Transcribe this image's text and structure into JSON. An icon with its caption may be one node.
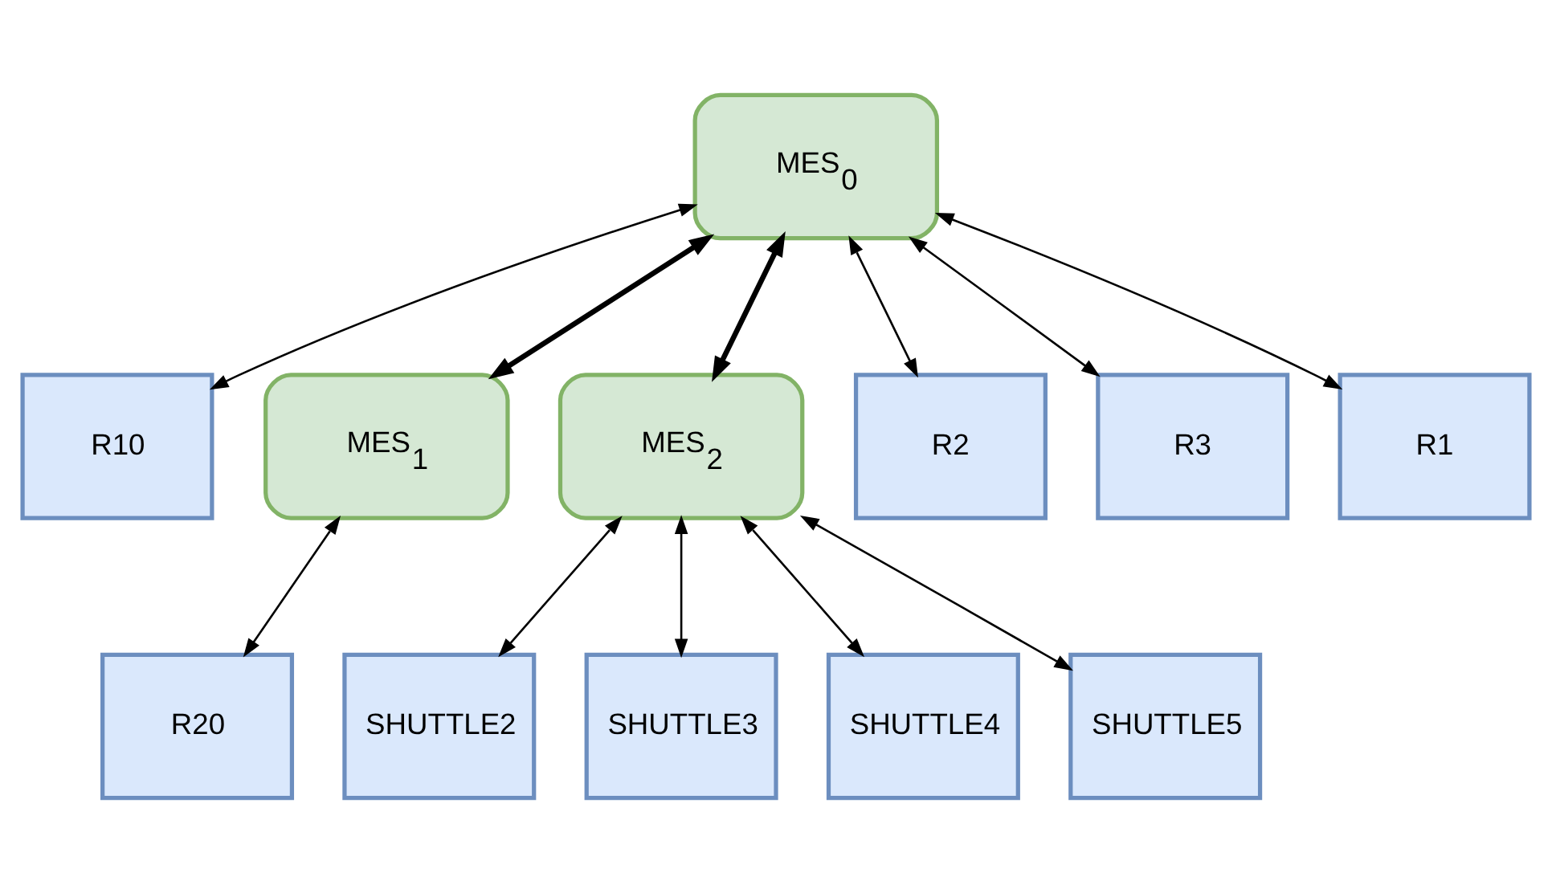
{
  "diagram": {
    "nodes": [
      {
        "text": [
          "MES$_{0}$"
        ]
      },
      {
        "text": [
          "R10"
        ]
      },
      {
        "text": [
          "MES$_{1}$"
        ]
      },
      {
        "text": [
          "MES$_{2}$"
        ]
      },
      {
        "text": [
          "R2"
        ]
      },
      {
        "text": [
          "R3"
        ]
      },
      {
        "text": [
          "R1"
        ]
      },
      {
        "text": [
          "R20"
        ]
      },
      {
        "text": [
          "SHUTTLE2"
        ]
      },
      {
        "text": [
          "SHUTTLE3"
        ]
      },
      {
        "text": [
          "SHUTTLE4"
        ]
      },
      {
        "text": [
          "SHUTTLE5"
        ]
      }
    ],
    "edges": [
      {
        "from": 0,
        "to": 1,
        "arrow": "both"
      },
      {
        "from": 0,
        "to": 2,
        "arrow": "both",
        "style": "thick"
      },
      {
        "from": 0,
        "to": 3,
        "arrow": "both",
        "style": "thick"
      },
      {
        "from": 0,
        "to": 4,
        "arrow": "both"
      },
      {
        "from": 0,
        "to": 5,
        "arrow": "both"
      },
      {
        "from": 0,
        "to": 6,
        "arrow": "both"
      },
      {
        "from": 2,
        "to": 7,
        "arrow": "both"
      },
      {
        "from": 3,
        "to": 8,
        "arrow": "both"
      },
      {
        "from": 3,
        "to": 9,
        "arrow": "both"
      },
      {
        "from": 3,
        "to": 10,
        "arrow": "both"
      },
      {
        "from": 3,
        "to": 11,
        "arrow": "both"
      }
    ]
  }
}
